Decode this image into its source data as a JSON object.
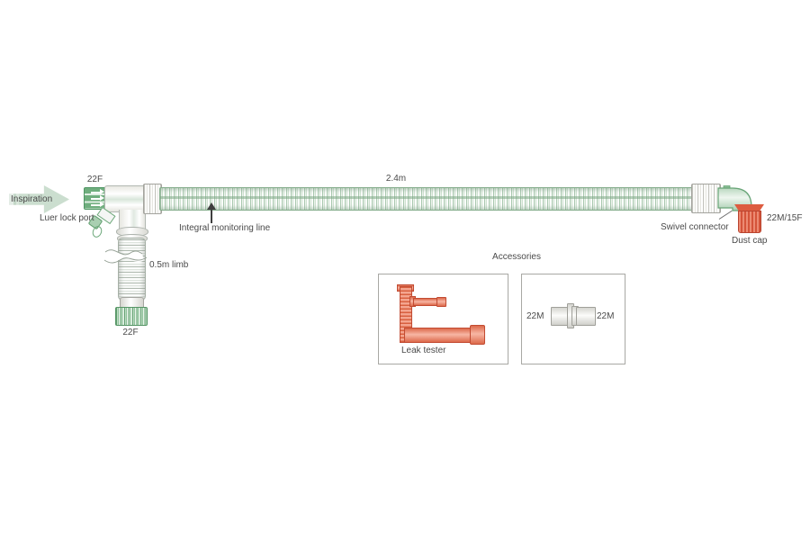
{
  "colors": {
    "accent_green": "#5f9e6e",
    "tube_green_light": "#cfe2d2",
    "accent_red": "#d4543a",
    "text": "#4a4a4a",
    "box_border": "#a8a8a4"
  },
  "icons": {
    "flow_direction": "right-arrow",
    "pointer": "up-arrow"
  },
  "circuit": {
    "flow_label": "Inspiration",
    "inspiratory_connector_size": "22F",
    "luer_port_label": "Luer lock port",
    "monitoring_line_label": "Integral monitoring line",
    "tube_length": "2.4m",
    "limb_length_label": "0.5m limb",
    "limb_connector_size": "22F",
    "swivel_label": "Swivel connector",
    "elbow_size": "22M/15F",
    "dust_cap_label": "Dust cap"
  },
  "accessories": {
    "title": "Accessories",
    "leak_tester_label": "Leak tester",
    "straight_connector": {
      "left_size": "22M",
      "right_size": "22M"
    }
  }
}
